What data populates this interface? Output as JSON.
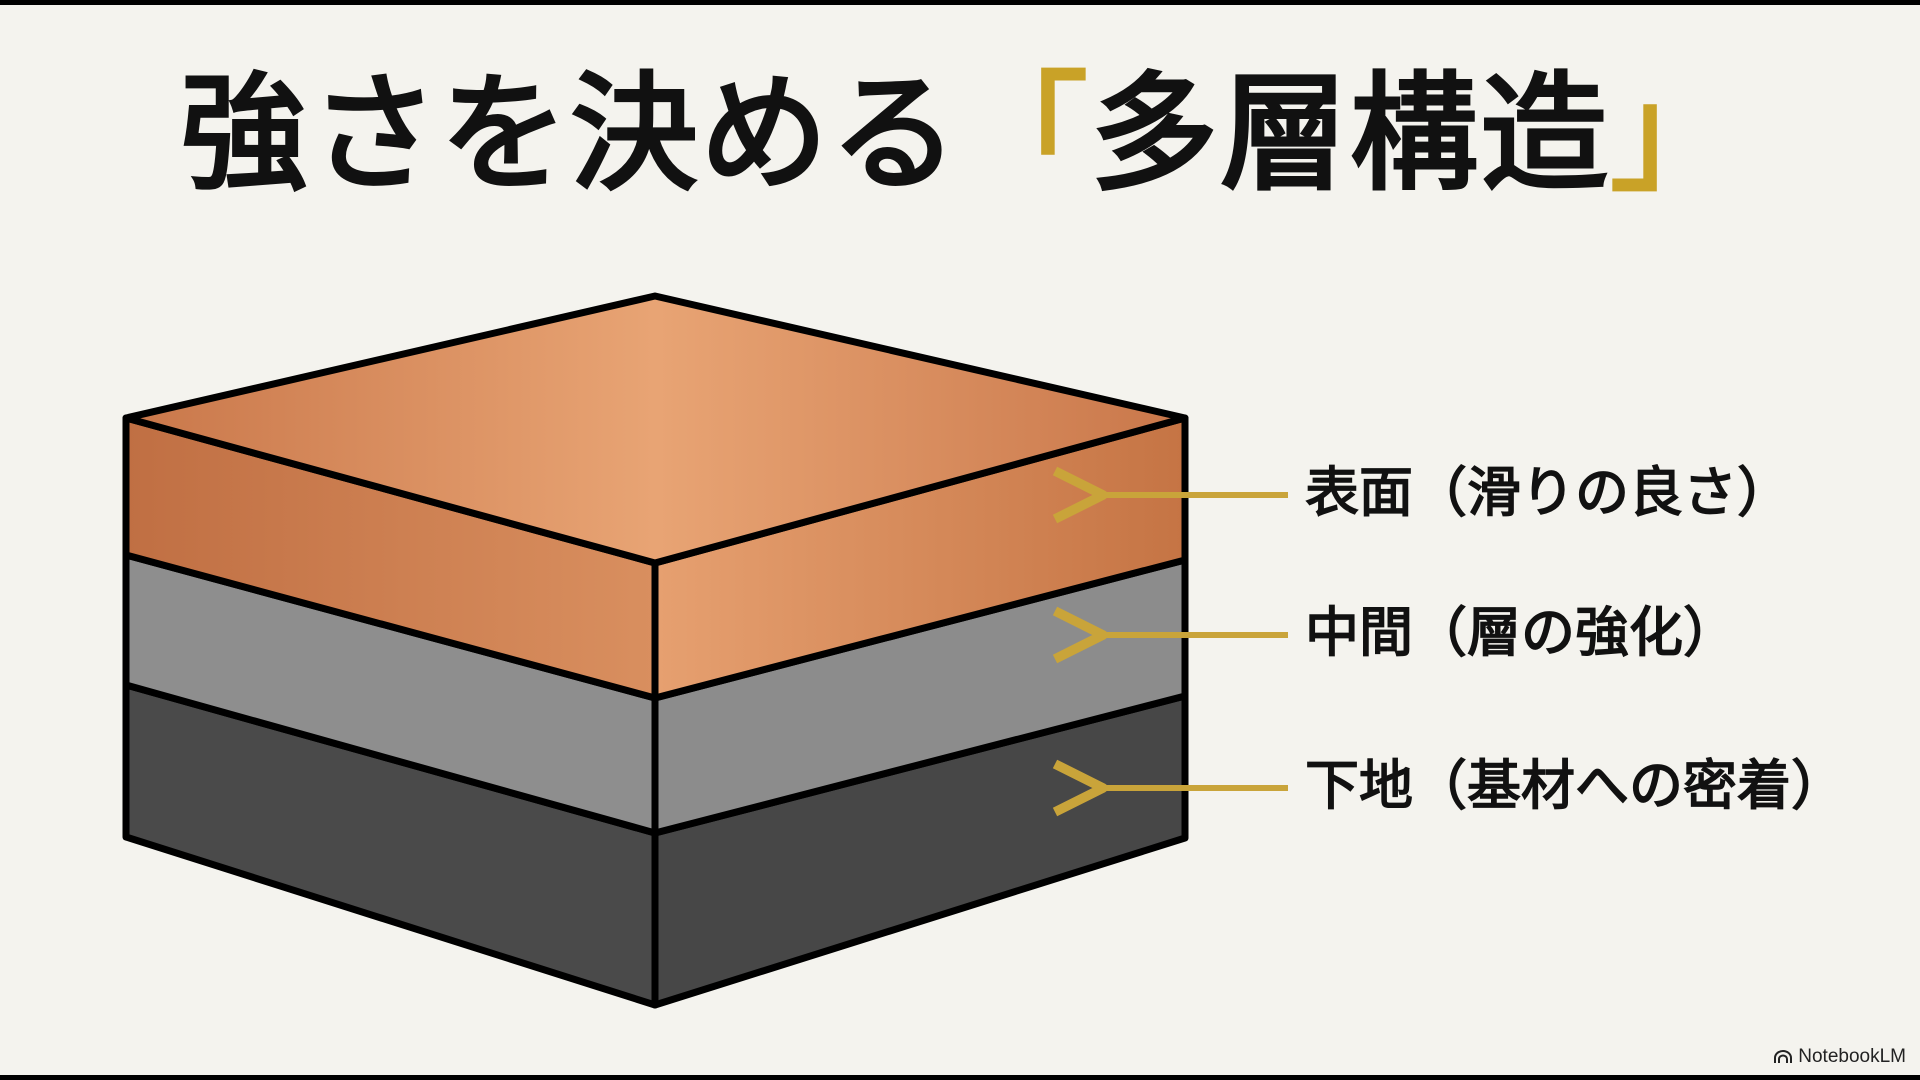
{
  "title": {
    "main": "強さを決める",
    "open_bracket": "「",
    "highlight": "多層構造",
    "close_bracket": "」"
  },
  "layers": [
    {
      "label": "表面（滑りの良さ）",
      "color": "#d4875a"
    },
    {
      "label": "中間（層の強化）",
      "color": "#8e8e8e"
    },
    {
      "label": "下地（基材への密着）",
      "color": "#4a4a4a"
    }
  ],
  "colors": {
    "accent": "#c9a227",
    "arrow": "#c9a43a",
    "background": "#f4f3ee"
  },
  "brand": {
    "name": "NotebookLM",
    "icon": "notebooklm-logo-icon"
  }
}
